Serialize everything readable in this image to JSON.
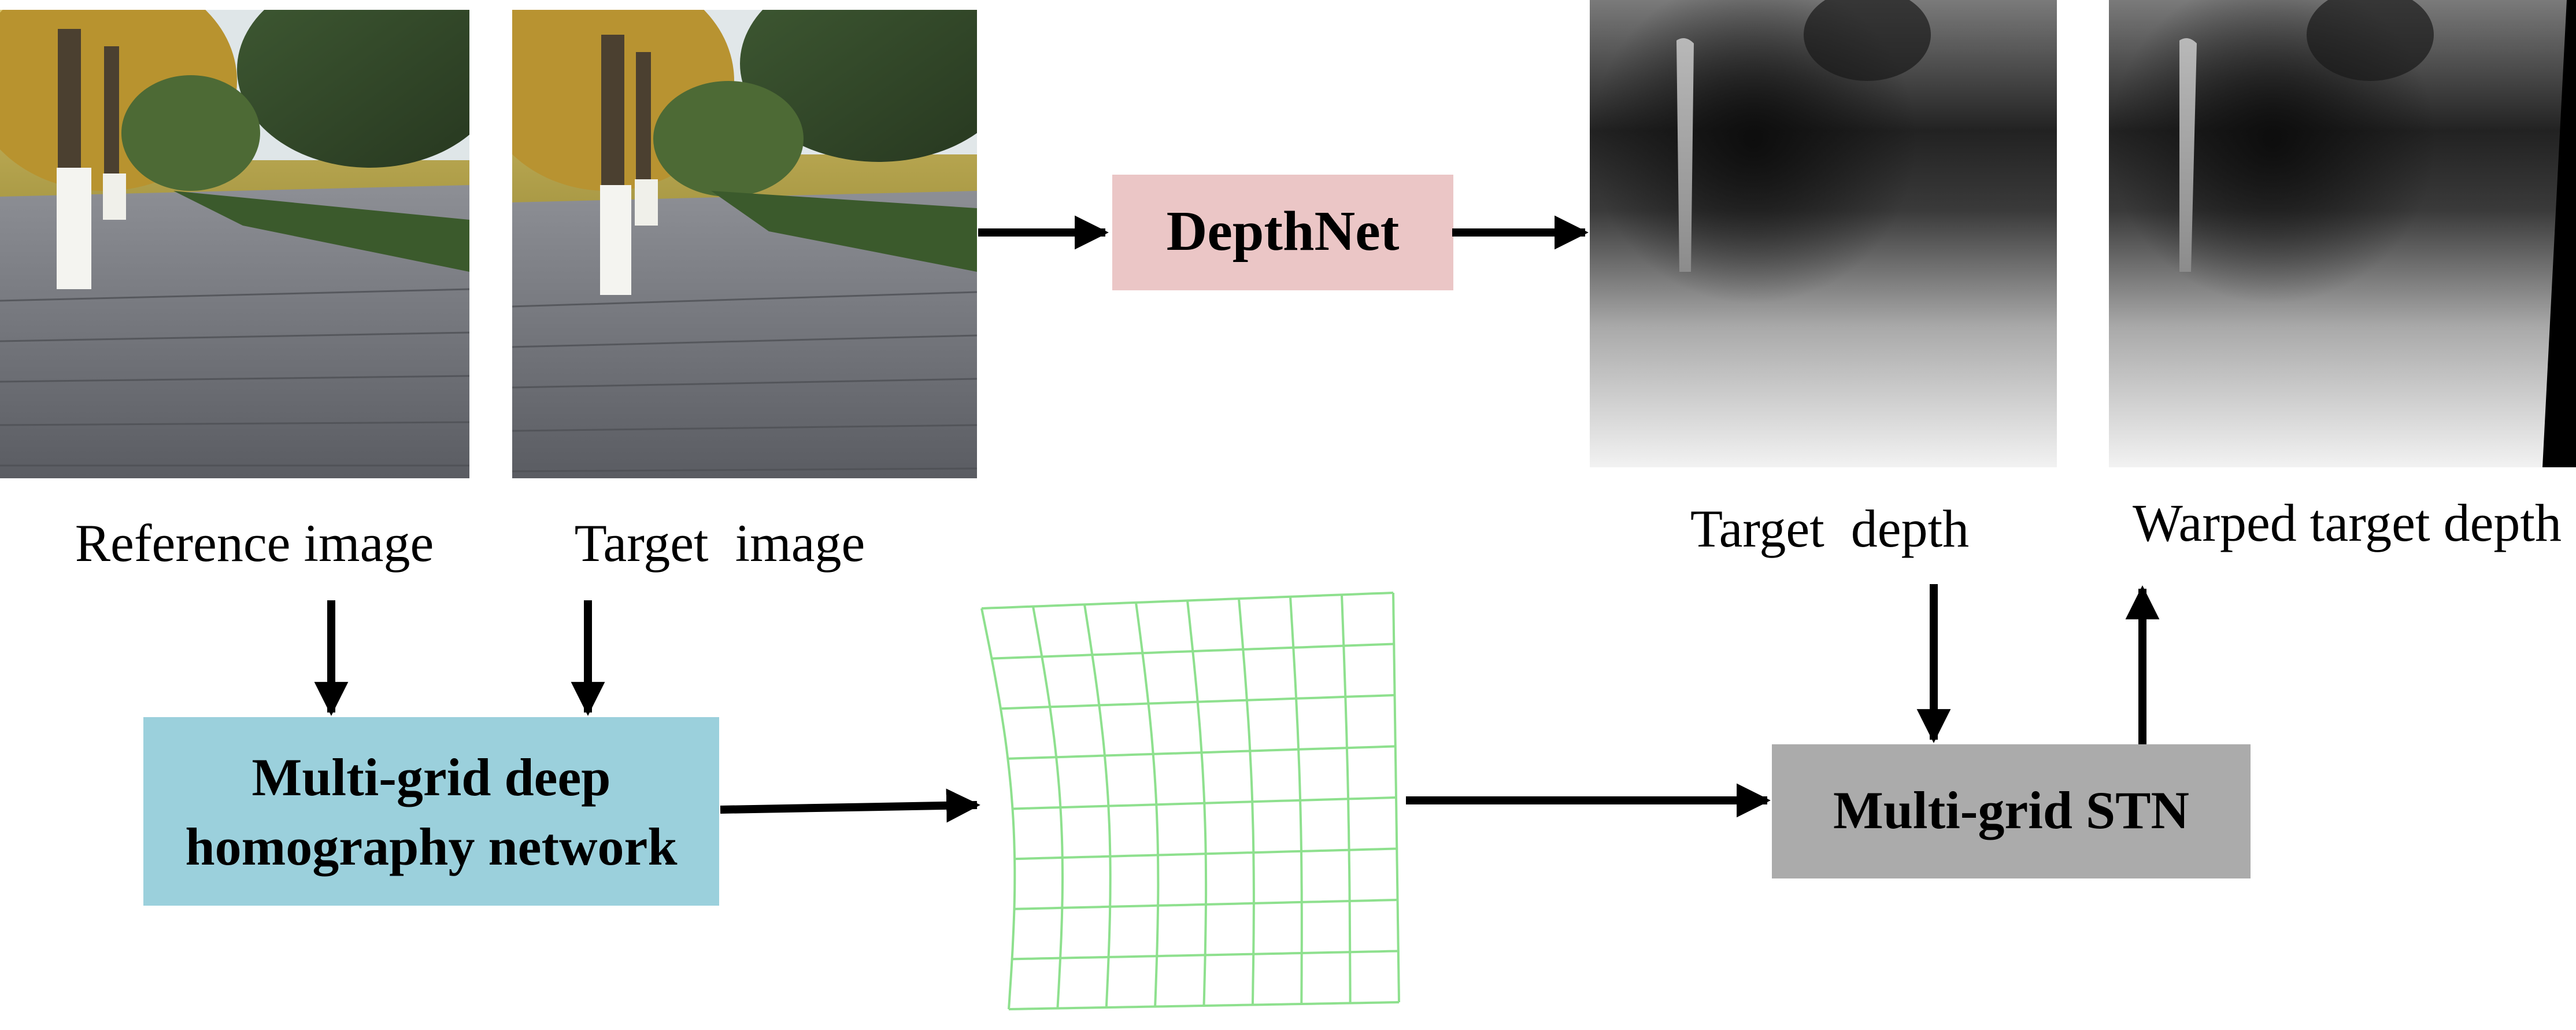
{
  "inputs": {
    "reference_label": "Reference image",
    "target_label": "Target  image"
  },
  "modules": {
    "depthnet": {
      "label": "DepthNet",
      "color": "#EBC6C6"
    },
    "homography": {
      "line1": "Multi-grid deep",
      "line2": "homography network",
      "color": "#9BD0DC"
    },
    "stn": {
      "label": "Multi-grid STN",
      "color": "#ABABAB"
    }
  },
  "outputs": {
    "target_depth_label": "Target  depth",
    "warped_depth_label": "Warped target depth"
  },
  "mesh": {
    "color": "#8EE08E",
    "cols": 8,
    "rows": 8
  },
  "colors": {
    "arrow": "#000000",
    "text": "#000000"
  }
}
